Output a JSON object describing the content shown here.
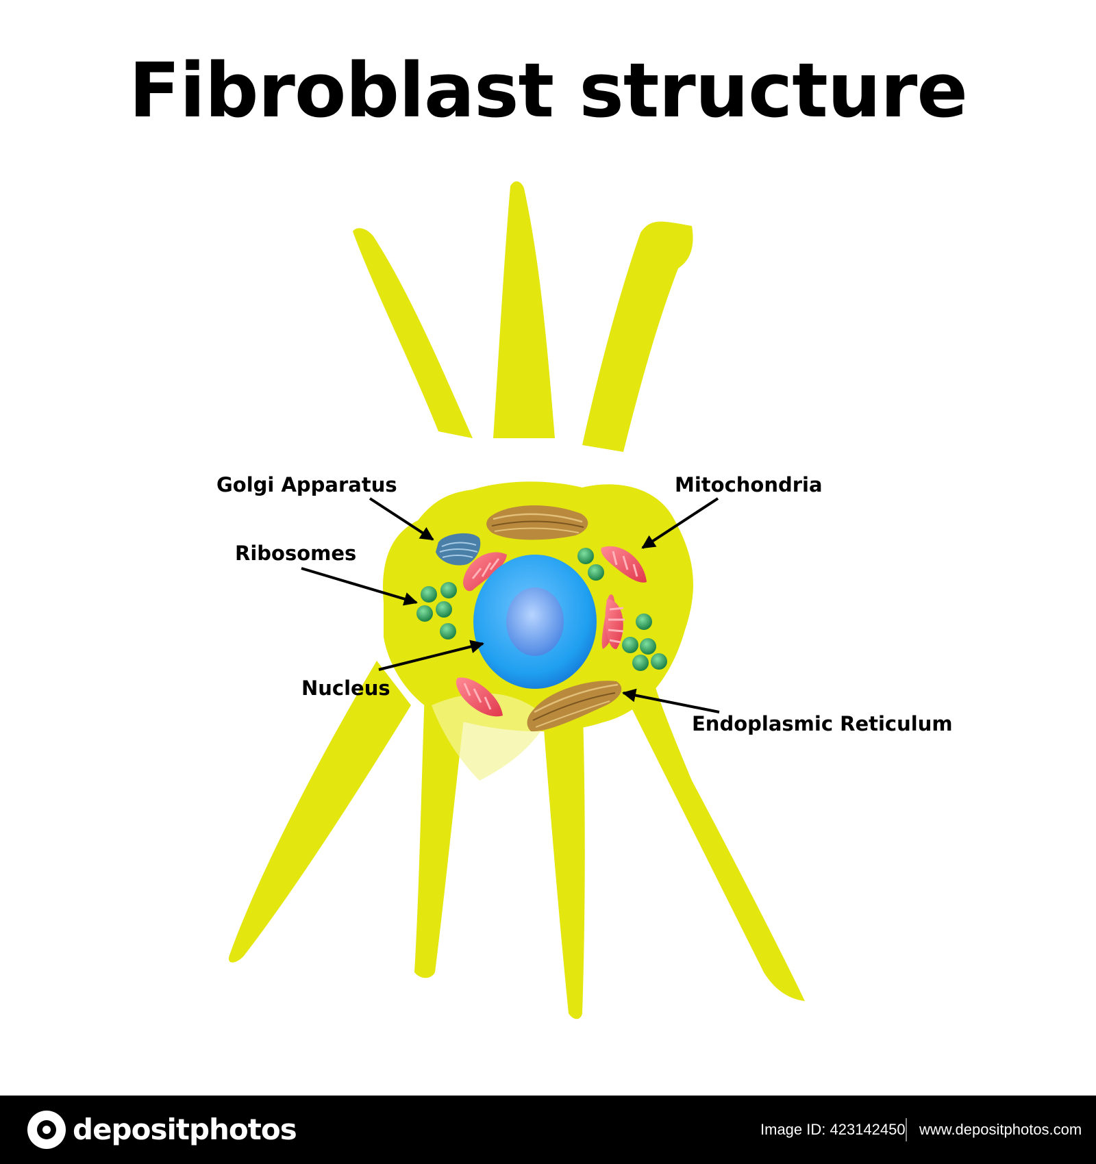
{
  "title": "Fibroblast structure",
  "labels": {
    "golgi": "Golgi Apparatus",
    "mitochondria": "Mitochondria",
    "ribosomes": "Ribosomes",
    "nucleus": "Nucleus",
    "er": "Endoplasmic Reticulum"
  },
  "colors": {
    "cell": "#e4e60f",
    "cell_highlight": "#f4f599",
    "nucleus": "#1f9ff0",
    "nucleolus": "#6aa6f5",
    "mitochondria": "#f05a6a",
    "ribosome": "#2a9a5a",
    "golgi": "#4a7fa8",
    "er": "#b98a3e"
  },
  "footer": {
    "brand": "depositphotos",
    "image_id": "Image ID: 423142450",
    "url": "www.depositphotos.com"
  }
}
